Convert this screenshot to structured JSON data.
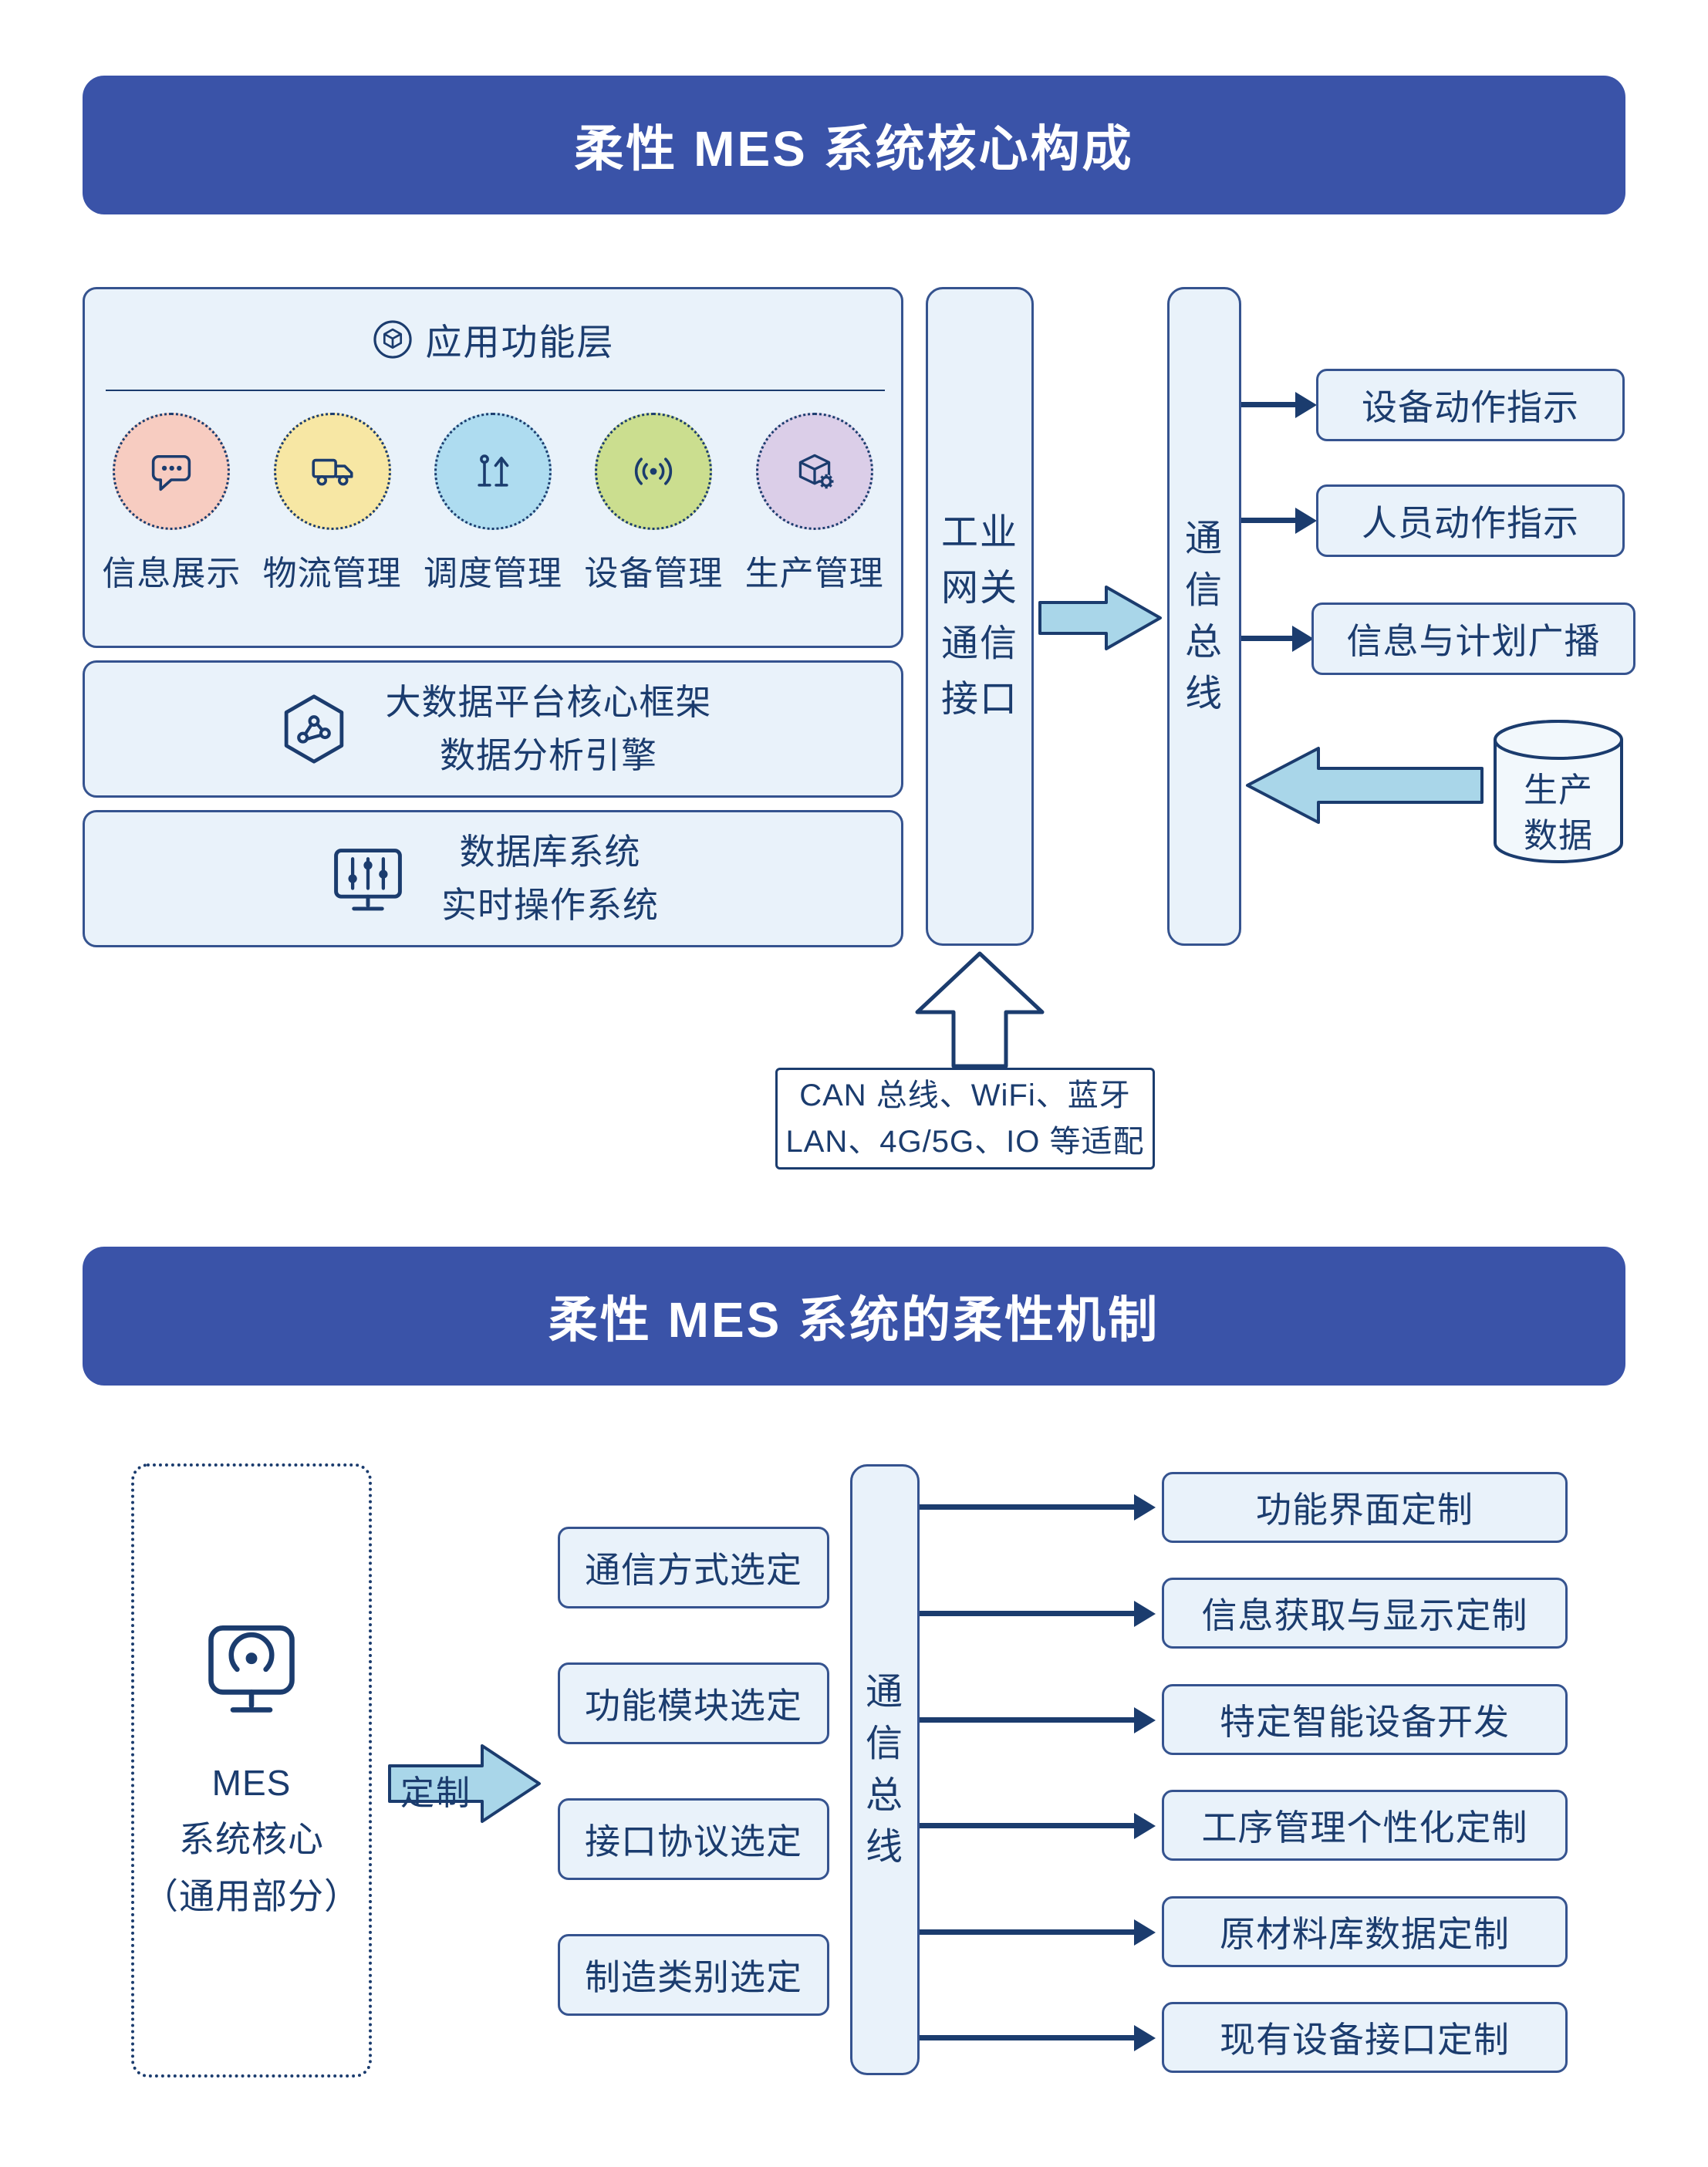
{
  "colors": {
    "banner": "#3A53A8",
    "navy": "#1B3C6E",
    "panel_bg": "#E9F2FA",
    "arrow_fill": "#A9D6E9"
  },
  "section1": {
    "banner": "柔性 MES 系统核心构成",
    "app_layer": {
      "title": "应用功能层",
      "modules": [
        {
          "label": "信息展示",
          "icon": "chat-icon",
          "color": "#F7CCC1"
        },
        {
          "label": "物流管理",
          "icon": "truck-icon",
          "color": "#F7E7A4"
        },
        {
          "label": "调度管理",
          "icon": "flow-icon",
          "color": "#AEDCF0"
        },
        {
          "label": "设备管理",
          "icon": "signal-icon",
          "color": "#CBDE8F"
        },
        {
          "label": "生产管理",
          "icon": "box-gear-icon",
          "color": "#DBCEE8"
        }
      ]
    },
    "platform_panel": "大数据平台核心框架\n数据分析引擎",
    "database_panel": "数据库系统\n实时操作系统",
    "gateway": "工业\n网关\n通信\n接口",
    "bus": "通\n信\n总\n线",
    "outputs": [
      "设备动作指示",
      "人员动作指示",
      "信息与计划广播"
    ],
    "production_data": "生产\n数据",
    "adapters": "CAN 总线、WiFi、蓝牙\nLAN、4G/5G、IO 等适配"
  },
  "section2": {
    "banner": "柔性 MES 系统的柔性机制",
    "core": "MES\n系统核心\n（通用部分）",
    "customize": "定制",
    "selections": [
      "通信方式选定",
      "功能模块选定",
      "接口协议选定",
      "制造类别选定"
    ],
    "bus": "通\n信\n总\n线",
    "customizations": [
      "功能界面定制",
      "信息获取与显示定制",
      "特定智能设备开发",
      "工序管理个性化定制",
      "原材料库数据定制",
      "现有设备接口定制"
    ]
  }
}
